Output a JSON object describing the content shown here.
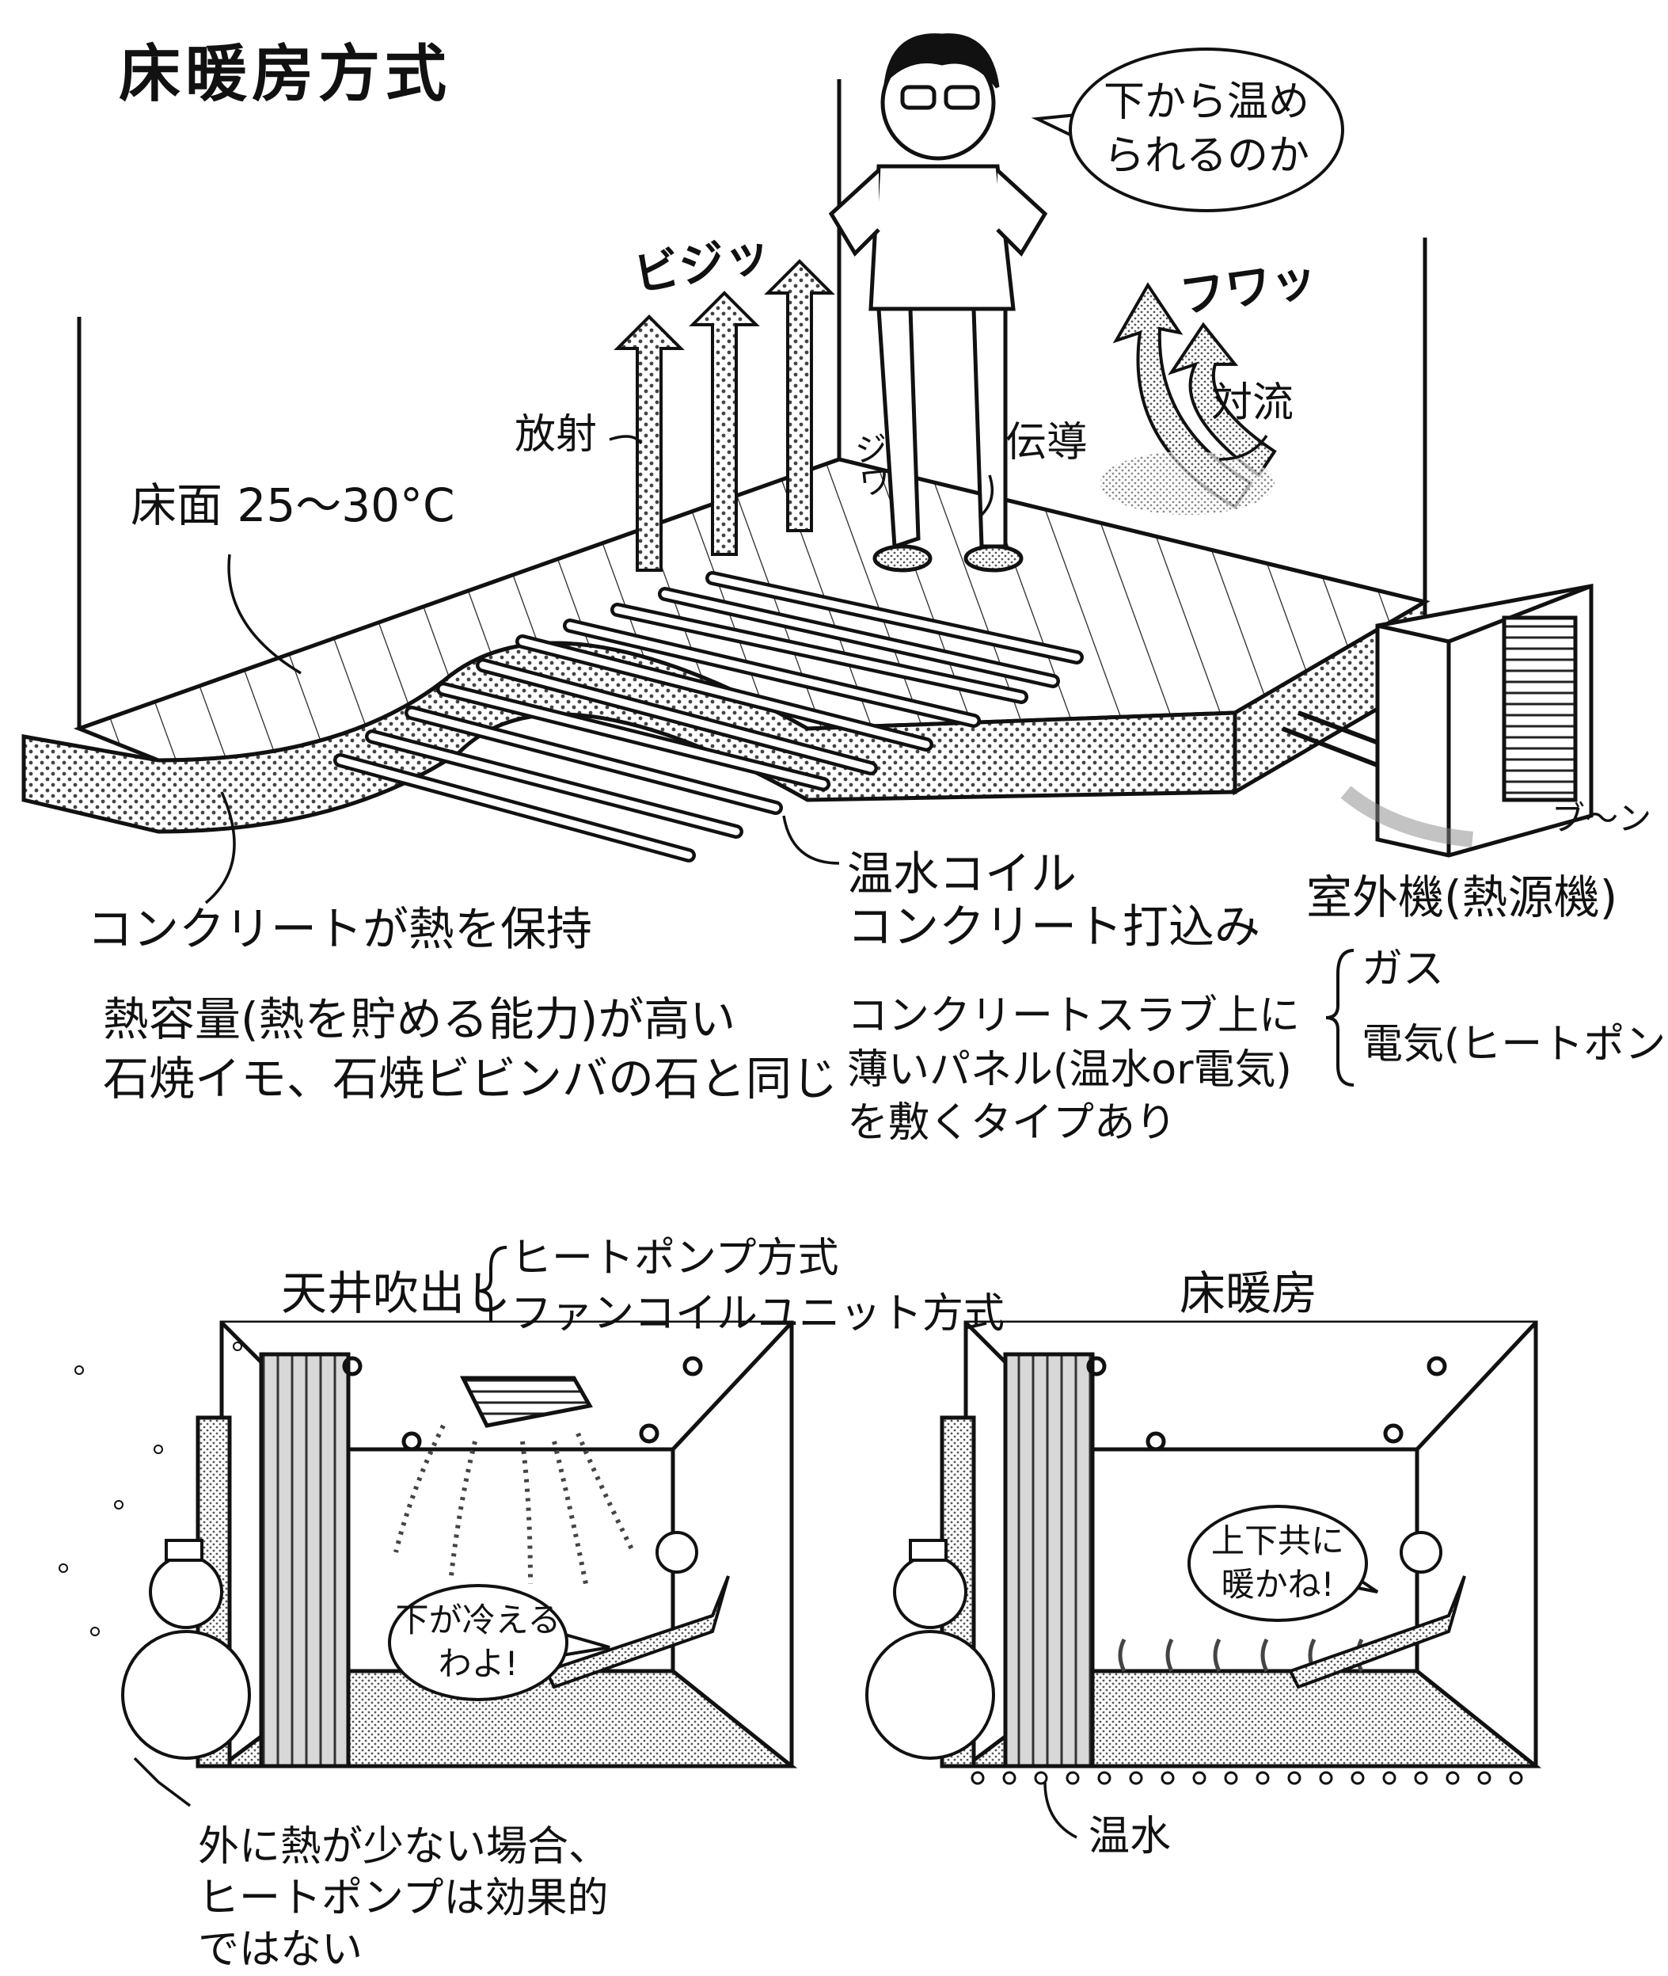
{
  "title": "床暖房方式",
  "speech_top": "下から温め\nられるのか",
  "sfx": {
    "bijijji": "ビジッ",
    "fuwa": "フワッ",
    "jiwa": "ジワ",
    "buun": "ブ〜ン"
  },
  "heat_labels": {
    "radiation": "放射",
    "conduction": "伝導",
    "convection": "対流"
  },
  "floor_label": "床面 25〜30°C",
  "coil_label": "温水コイル\nコンクリート打込み",
  "slab_note": "コンクリートスラブ上に\n薄いパネル(温水or電気)\nを敷くタイプあり",
  "concrete": {
    "main": "コンクリートが熱を保持",
    "detail": "熱容量(熱を貯める能力)が高い\n石焼イモ、石焼ビビンバの石と同じ"
  },
  "outdoor": {
    "title": "室外機(熱源機)",
    "options": [
      "ガス",
      "電気(ヒートポンプ)"
    ]
  },
  "left_room": {
    "heading": "天井吹出し",
    "methods": [
      "ヒートポンプ方式",
      "ファンコイルユニット方式"
    ],
    "speech": "下が冷える\nわよ!",
    "note": "外に熱が少ない場合、\nヒートポンプは効果的\nではない"
  },
  "right_room": {
    "heading": "床暖房",
    "speech": "上下共に\n暖かね!",
    "note": "温水"
  },
  "colors": {
    "ink": "#111111",
    "tone": "#bdbdbd",
    "paper": "#ffffff"
  }
}
